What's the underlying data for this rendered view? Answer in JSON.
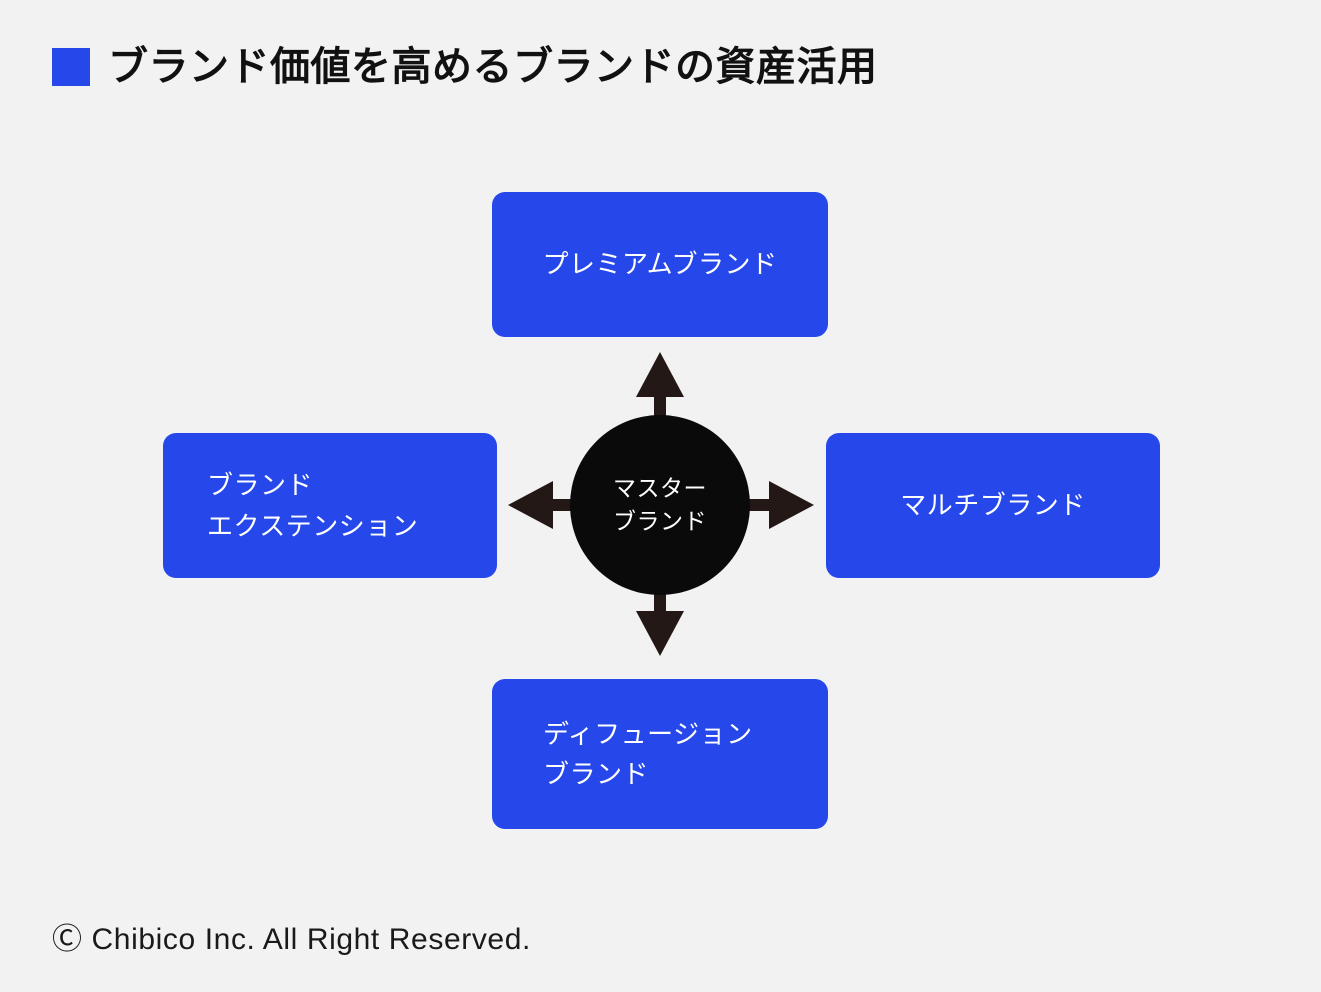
{
  "slide": {
    "background_color": "#f2f2f2",
    "accent_color": "#2648eb",
    "center_color": "#0a0a0a",
    "arrow_color": "#231815",
    "header": {
      "marker_icon": "blue-square-bullet-icon",
      "title": "ブランド価値を高めるブランドの資産活用"
    },
    "footer": {
      "copyright": "Ⓒ Chibico Inc. All Right Reserved."
    }
  },
  "diagram": {
    "center": {
      "label": "マスター\nブランド",
      "shape": "circle"
    },
    "nodes": [
      {
        "id": "premium-brand",
        "position": "top",
        "label": "プレミアムブランド",
        "align": "center"
      },
      {
        "id": "brand-extension",
        "position": "left",
        "label": "ブランド\nエクステンション",
        "align": "left"
      },
      {
        "id": "multi-brand",
        "position": "right",
        "label": "マルチブランド",
        "align": "center"
      },
      {
        "id": "diffusion-brand",
        "position": "bottom",
        "label": "ディフュージョン\nブランド",
        "align": "left"
      }
    ],
    "arrows": [
      {
        "id": "arrow-up",
        "direction": "up",
        "from": "master-brand",
        "to": "premium-brand"
      },
      {
        "id": "arrow-left",
        "direction": "left",
        "from": "master-brand",
        "to": "brand-extension"
      },
      {
        "id": "arrow-right",
        "direction": "right",
        "from": "master-brand",
        "to": "multi-brand"
      },
      {
        "id": "arrow-down",
        "direction": "down",
        "from": "master-brand",
        "to": "diffusion-brand"
      }
    ]
  }
}
